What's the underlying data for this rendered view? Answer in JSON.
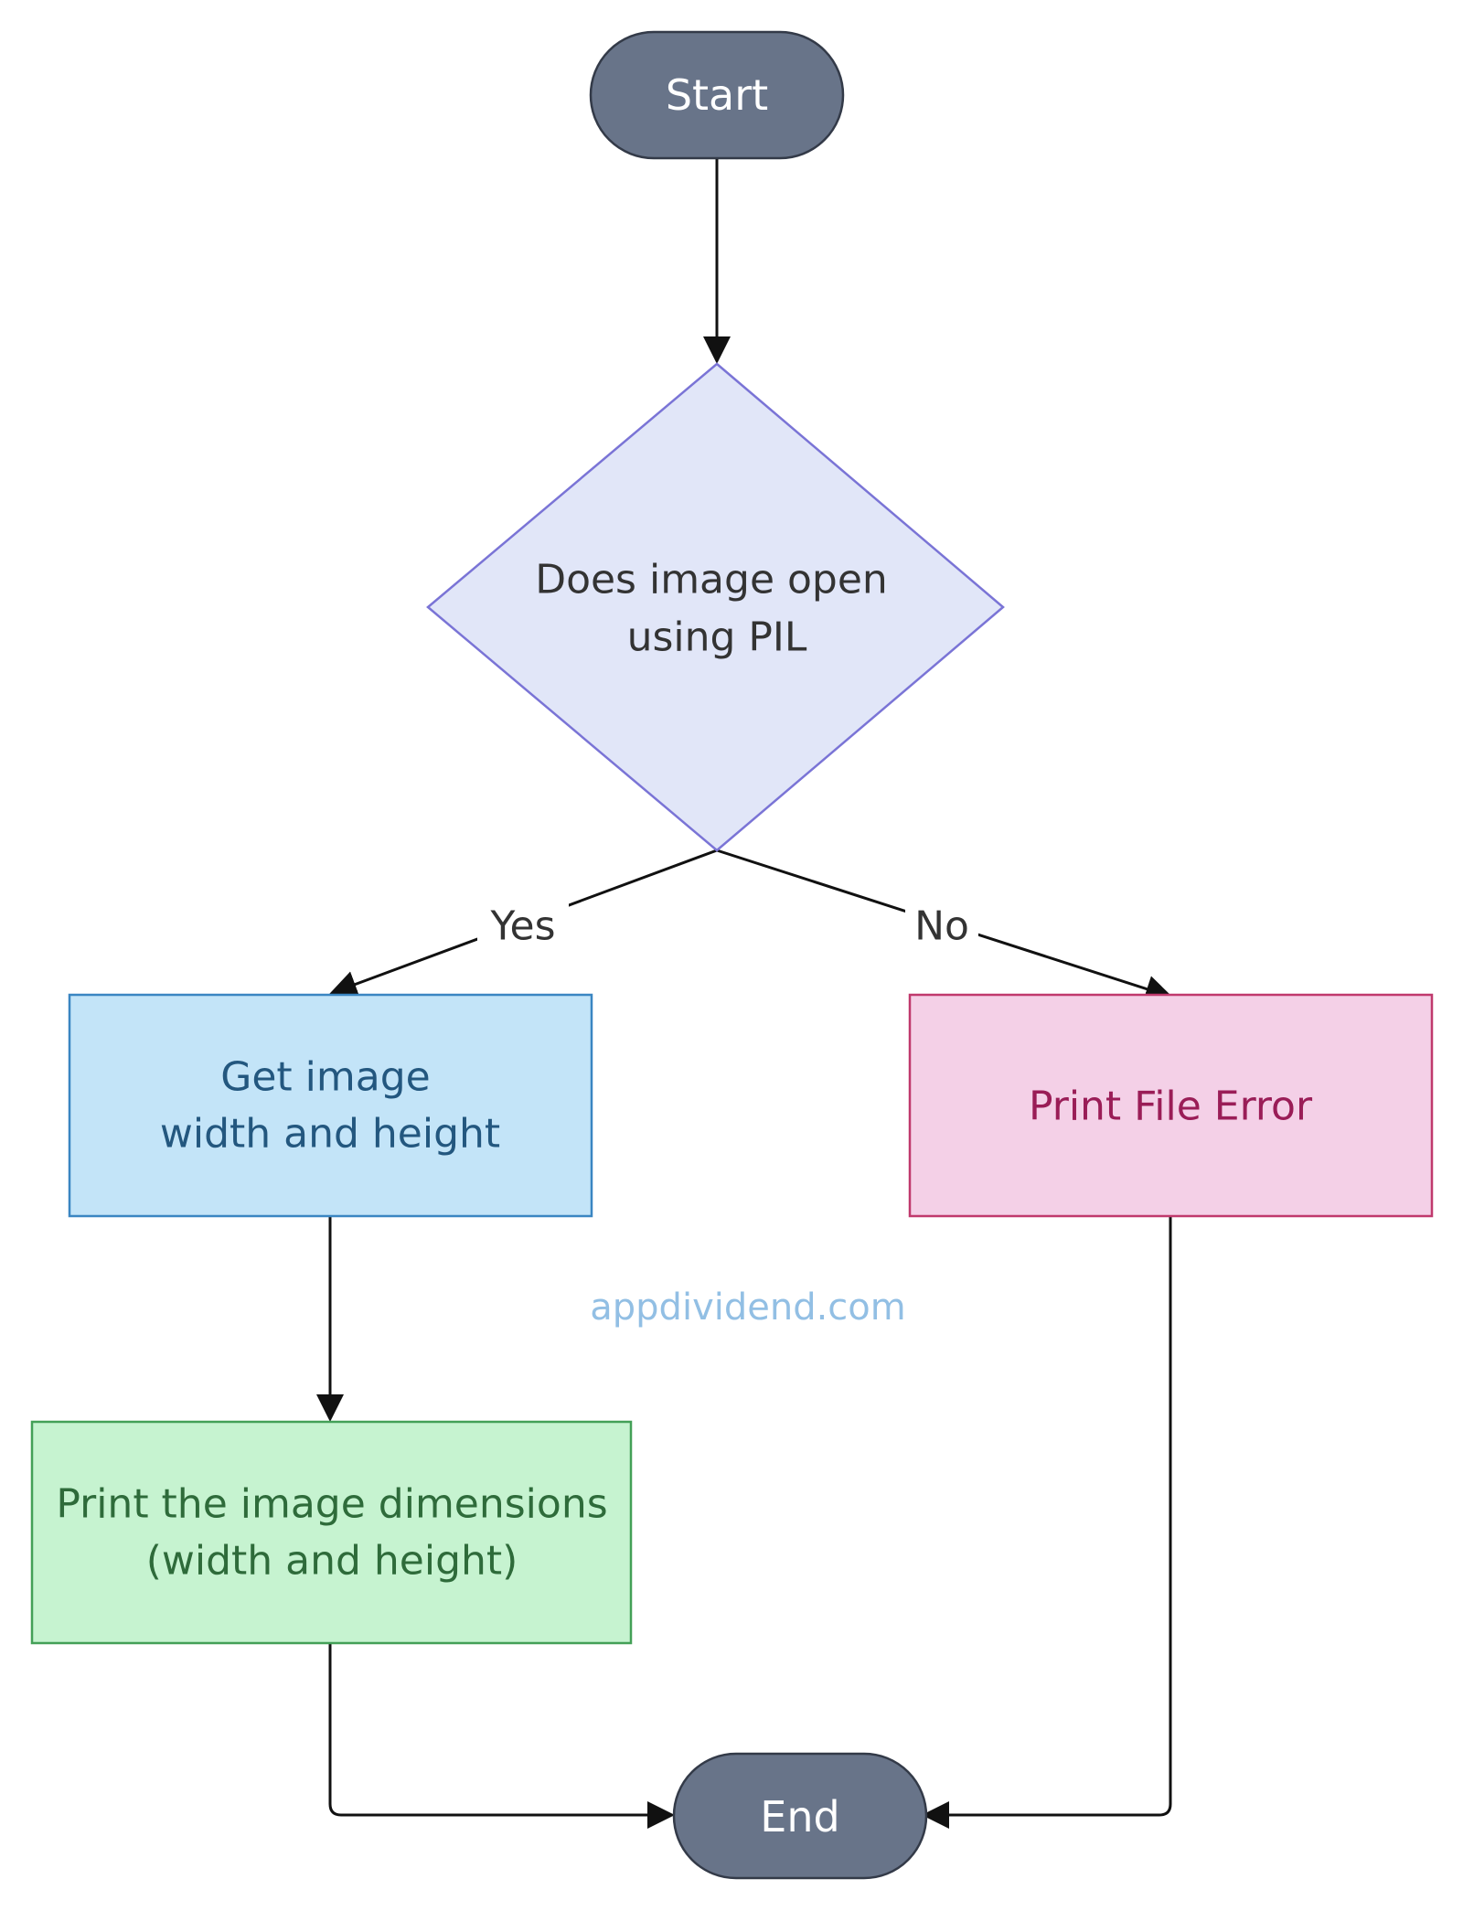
{
  "nodes": {
    "start": {
      "label": "Start",
      "fill": "#687489",
      "stroke": "#333a48",
      "text_color": "#ffffff"
    },
    "decision": {
      "line1": "Does image open",
      "line2": "using PIL",
      "fill": "#e1e6f8",
      "stroke": "#7a74d6",
      "text_color": "#333333"
    },
    "get_dimensions": {
      "line1": "Get image",
      "line2": "width and height",
      "fill": "#c3e4f8",
      "stroke": "#3a86c2",
      "text_color": "#23577f"
    },
    "print_error": {
      "label": "Print File Error",
      "fill": "#f4d0e7",
      "stroke": "#c0396d",
      "text_color": "#9a1d57"
    },
    "print_dimensions": {
      "line1": "Print the image dimensions",
      "line2": "(width and height)",
      "fill": "#c6f3d0",
      "stroke": "#43a057",
      "text_color": "#2e6b3a"
    },
    "end": {
      "label": "End",
      "fill": "#687489",
      "stroke": "#333a48",
      "text_color": "#ffffff"
    }
  },
  "edges": {
    "yes_label": "Yes",
    "no_label": "No"
  },
  "watermark": {
    "text": "appdividend.com",
    "color": "#92bfe4"
  }
}
